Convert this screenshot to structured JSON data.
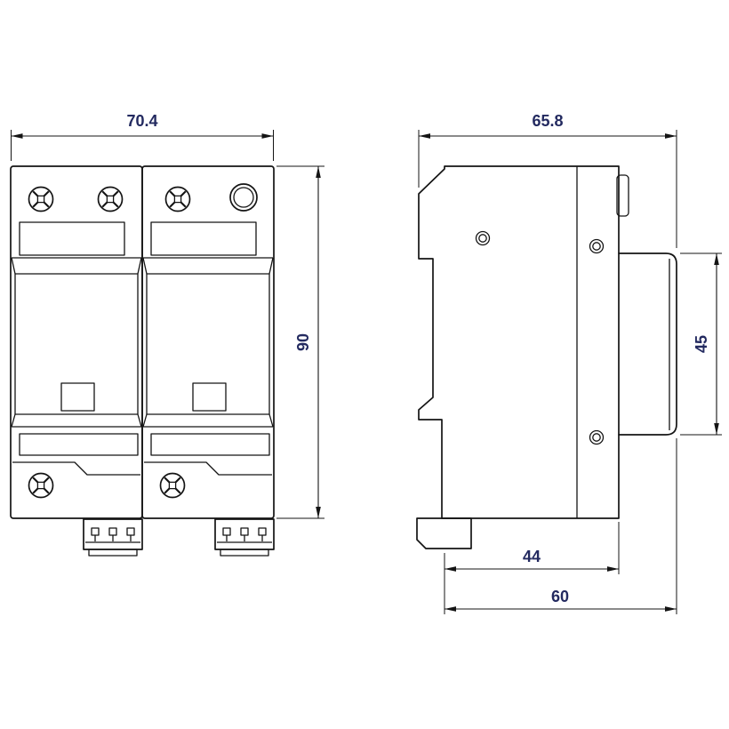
{
  "dimensions": {
    "front_width": "70.4",
    "front_height": "90",
    "side_width_total": "65.8",
    "side_module_height": "45",
    "side_body_width": "44",
    "side_front_width": "60"
  },
  "colors": {
    "line": "#141414",
    "dimension_text": "#232a60",
    "background": "#ffffff"
  }
}
